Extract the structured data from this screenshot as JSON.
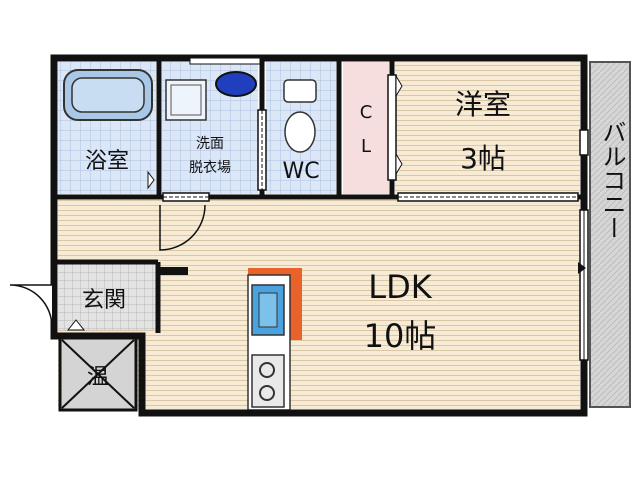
{
  "rooms": {
    "bath": "浴室",
    "washroom_line1": "洗面",
    "washroom_line2": "脱衣場",
    "wc": "WC",
    "closet_line1": "C",
    "closet_line2": "L",
    "western_line1": "洋室",
    "western_line2": "3帖",
    "ldk_line1": "LDK",
    "ldk_line2": "10帖",
    "entrance": "玄関",
    "water_heater": "温",
    "balcony": "バルコニー"
  },
  "colors": {
    "wall": "#111111",
    "tile_blue": "#dbe7f7",
    "tile_line": "#a9bfdf",
    "floor": "#f7ebd6",
    "floor_line": "#d9c7a8",
    "closet_pink": "#f6dede",
    "balcony_gray": "#d6d6d6",
    "gray_floor": "#dcdcdc",
    "bathtub": "#a8c8e6",
    "toilet_blue": "#1f3fbf",
    "kitchen_orange": "#e8622a",
    "sink_blue": "#4aa3df"
  }
}
